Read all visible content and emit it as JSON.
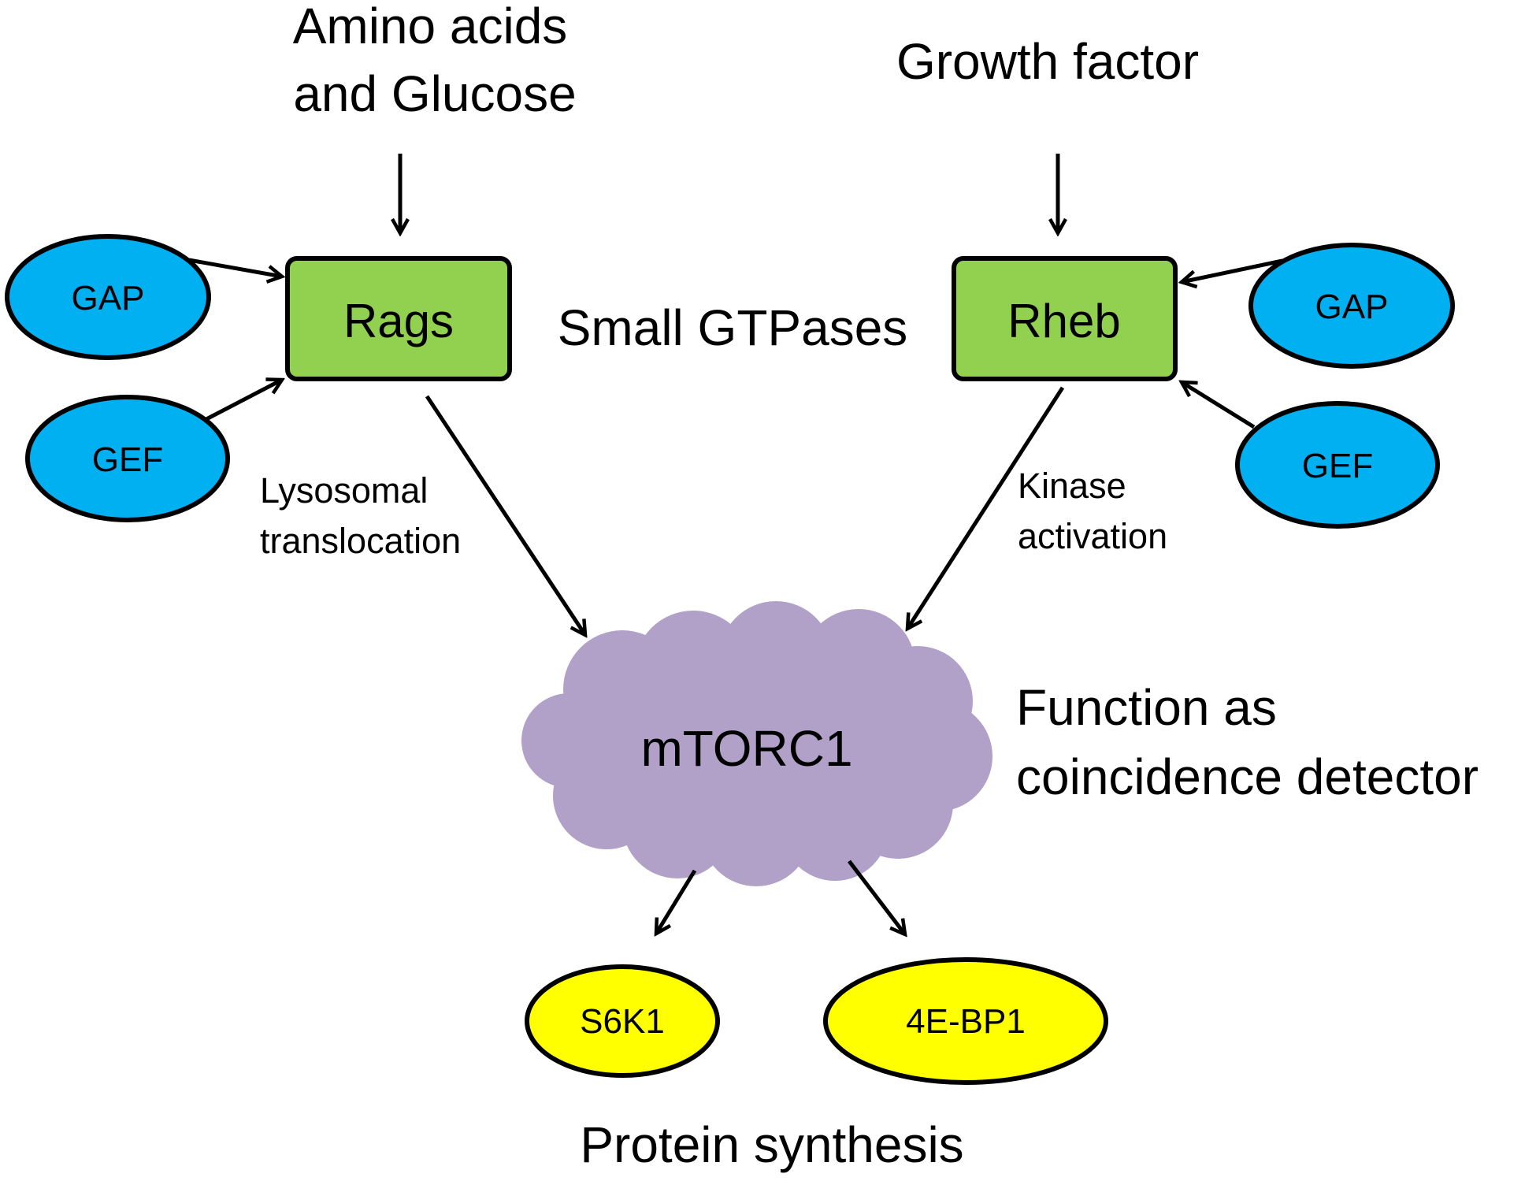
{
  "colors": {
    "gtpase_fill": "#92d050",
    "regulator_fill": "#00b0f0",
    "complex_fill": "#b1a0c7",
    "effector_fill": "#ffff00",
    "stroke": "#000000"
  },
  "inputs": {
    "amino_line1": "Amino acids",
    "amino_line2": "and Glucose",
    "growth": "Growth factor"
  },
  "gtpases": {
    "rags": "Rags",
    "rheb": "Rheb",
    "label": "Small GTPases"
  },
  "regulators": {
    "left_gap": "GAP",
    "left_gef": "GEF",
    "right_gap": "GAP",
    "right_gef": "GEF"
  },
  "edges": {
    "lysosomal_line1": "Lysosomal",
    "lysosomal_line2": "translocation",
    "kinase_line1": "Kinase",
    "kinase_line2": "activation"
  },
  "complex": {
    "name": "mTORC1",
    "function_line1": "Function as",
    "function_line2": "coincidence detector"
  },
  "effectors": {
    "s6k1": "S6K1",
    "bp1": "4E-BP1",
    "output": "Protein synthesis"
  }
}
